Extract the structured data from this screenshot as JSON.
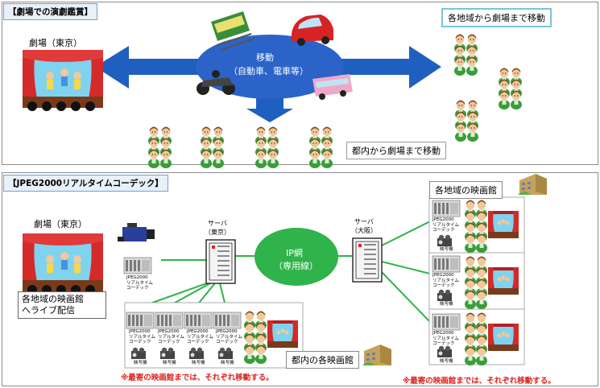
{
  "top": {
    "title": "【劇場での演劇鑑賞】",
    "theater_label": "劇場（東京）",
    "movement_label": "移動",
    "movement_sub": "（自動車、電車等）",
    "regions_label": "各地域から劇場まで移動",
    "metro_label": "都内から劇場まで移動"
  },
  "bottom": {
    "title": "【JPEG2000リアルタイムコーデック】",
    "theater_label": "劇場（東京）",
    "live_line1": "各地域の映画館",
    "live_line2": "へライブ配信",
    "server_tokyo": [
      "サーバ",
      "（東京）"
    ],
    "server_osaka": [
      "サーバ",
      "（大阪）"
    ],
    "ip_line1": "IP網",
    "ip_line2": "（専用線）",
    "regional_cinemas": "各地域の映画館",
    "metro_cinemas": "都内の各映画館",
    "codec_text": [
      "JPEG2000",
      "リアルタイム",
      "コーデック"
    ],
    "projector_label": "映写機",
    "note_left": "※最寄の映画館までは、それぞれ移動する。",
    "note_right": "※最寄の映画館までは、それぞれ移動する。"
  },
  "colors": {
    "arrow": "#1f5fbf",
    "ellipse": "#2b63c8",
    "network": "#2fb34a",
    "note": "#e0201b",
    "person_shirt": "#3a9d3a",
    "person_hair": "#7a4a1e",
    "stage_curtain": "#d42a2a"
  }
}
